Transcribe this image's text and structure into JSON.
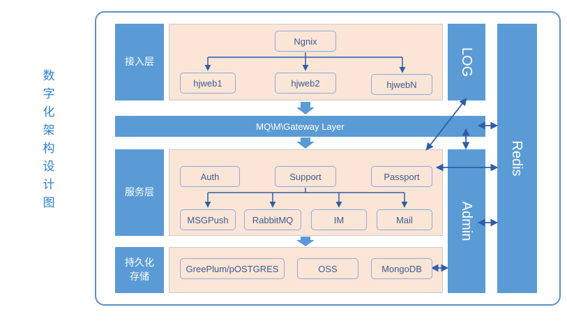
{
  "side_title": [
    "数",
    "字",
    "化",
    "架",
    "构",
    "设",
    "计",
    "图"
  ],
  "layers": {
    "access": "接入层",
    "service": "服务层",
    "storage_line1": "持久化",
    "storage_line2": "存储"
  },
  "gateway": "MQ\\M\\Gateway Layer",
  "access_nodes": {
    "ngnix": "Ngnix",
    "web1": "hjweb1",
    "web2": "hjweb2",
    "webN": "hjwebN"
  },
  "service_nodes": {
    "auth": "Auth",
    "support": "Support",
    "passport": "Passport",
    "msgpush": "MSGPush",
    "rabbitmq": "RabbitMQ",
    "im": "IM",
    "mail": "Mail"
  },
  "storage_nodes": {
    "greenplum": "GreePlum/pOSTGRES",
    "oss": "OSS",
    "mongodb": "MongoDB"
  },
  "columns": {
    "log": "LOG",
    "admin": "Admin",
    "redis": "Redis"
  },
  "colors": {
    "primary": "#5b9bd5",
    "panel": "#fbe5d6",
    "node_border": "#8faadc",
    "title": "#2e7fd0",
    "arrow": "#2f5da8"
  }
}
